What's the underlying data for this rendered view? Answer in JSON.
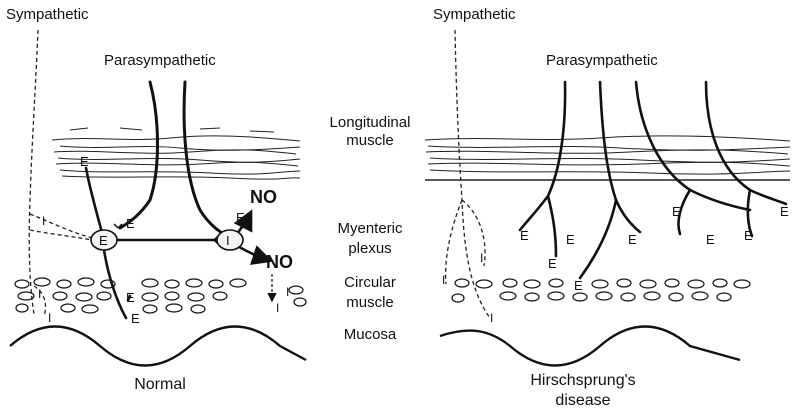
{
  "labels": {
    "sympathetic": "Sympathetic",
    "parasympathetic": "Parasympathetic",
    "longitudinal_1": "Longitudinal",
    "longitudinal_2": "muscle",
    "myenteric_1": "Myenteric",
    "myenteric_2": "plexus",
    "circular_1": "Circular",
    "circular_2": "muscle",
    "mucosa": "Mucosa",
    "normal": "Normal",
    "hirschsprung_1": "Hirschsprung's",
    "hirschsprung_2": "disease"
  },
  "marks": {
    "excitatory": "E",
    "inhibitory": "I",
    "nitric_oxide": "NO"
  }
}
